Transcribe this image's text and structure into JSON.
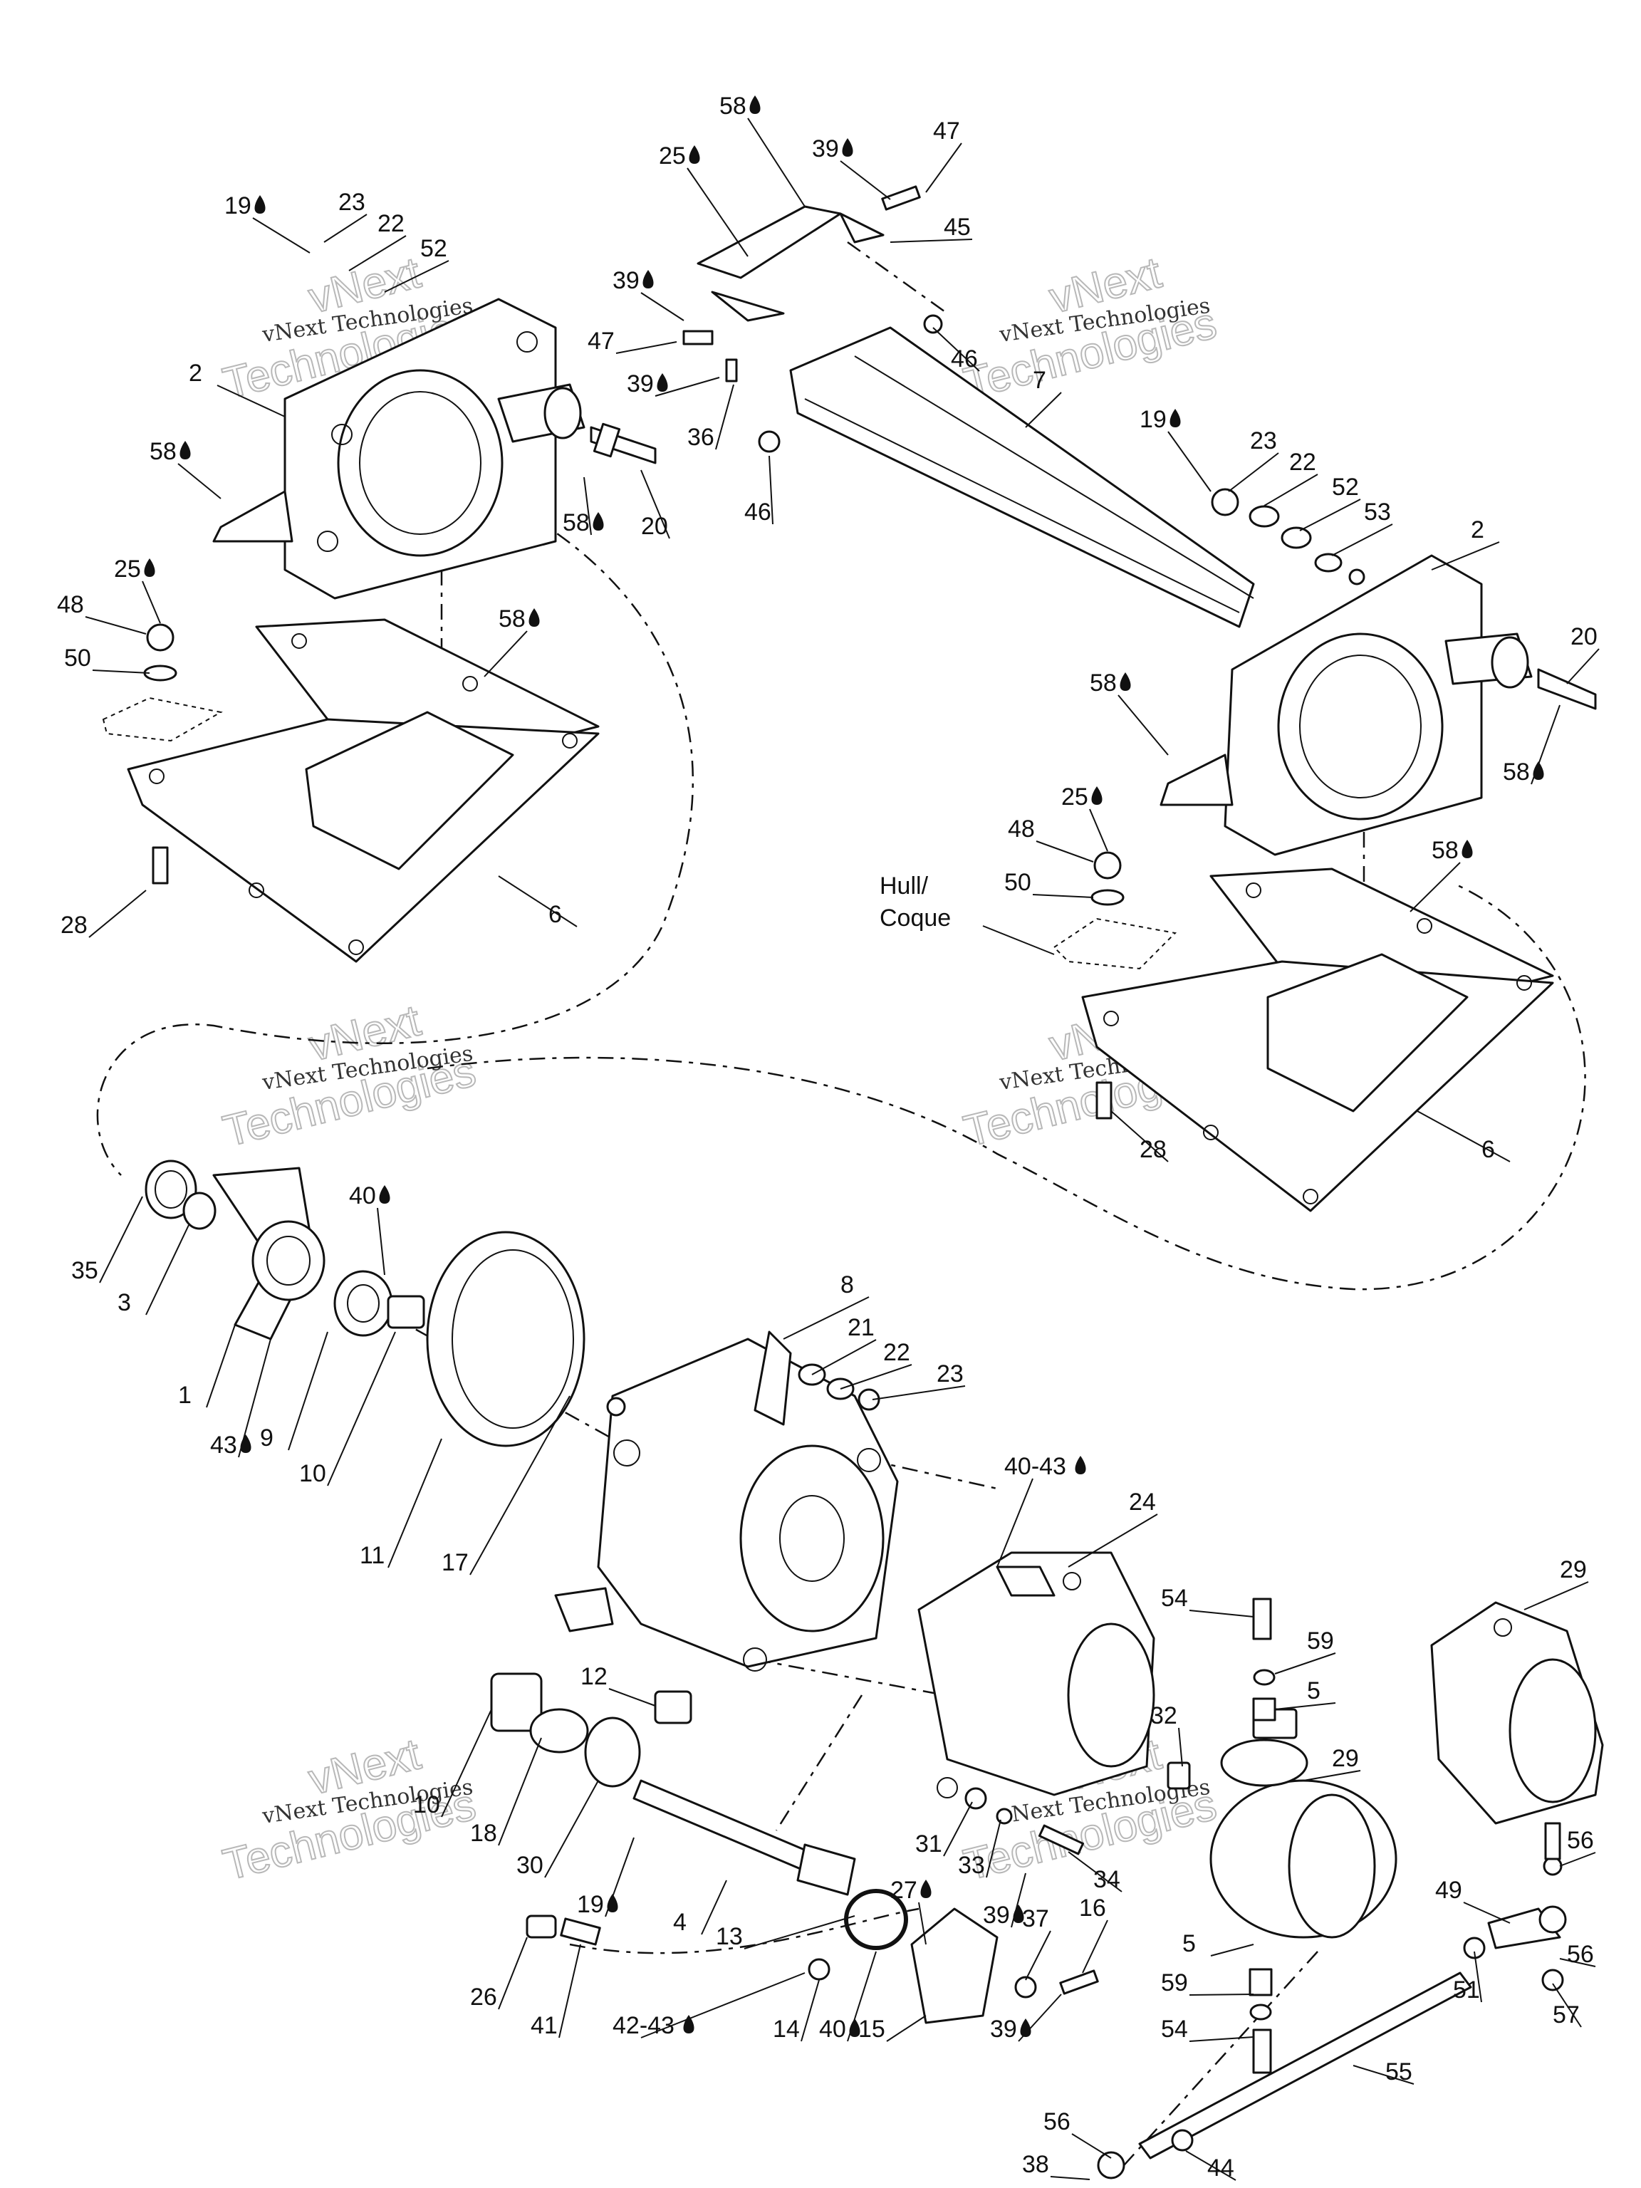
{
  "watermark": {
    "line1": "vNext Technologies",
    "line2": "vNext",
    "line3": "Technologies"
  },
  "labels": {
    "hull": "Hull/",
    "coque": "Coque"
  },
  "callouts": [
    {
      "id": "c58a",
      "text": "58",
      "drop": true
    },
    {
      "id": "c25a",
      "text": "25",
      "drop": true
    },
    {
      "id": "c39a",
      "text": "39",
      "drop": true
    },
    {
      "id": "c47a",
      "text": "47"
    },
    {
      "id": "c45",
      "text": "45"
    },
    {
      "id": "c19a",
      "text": "19",
      "drop": true
    },
    {
      "id": "c23a",
      "text": "23"
    },
    {
      "id": "c22a",
      "text": "22"
    },
    {
      "id": "c52a",
      "text": "52"
    },
    {
      "id": "c39b",
      "text": "39",
      "drop": true
    },
    {
      "id": "c47b",
      "text": "47"
    },
    {
      "id": "c46a",
      "text": "46"
    },
    {
      "id": "c7",
      "text": "7"
    },
    {
      "id": "c39c",
      "text": "39",
      "drop": true
    },
    {
      "id": "c36",
      "text": "36"
    },
    {
      "id": "c46b",
      "text": "46"
    },
    {
      "id": "c2a",
      "text": "2"
    },
    {
      "id": "c58b",
      "text": "58",
      "drop": true
    },
    {
      "id": "c58c",
      "text": "58",
      "drop": true
    },
    {
      "id": "c20a",
      "text": "20"
    },
    {
      "id": "c25b",
      "text": "25",
      "drop": true
    },
    {
      "id": "c58d",
      "text": "58",
      "drop": true
    },
    {
      "id": "c48a",
      "text": "48"
    },
    {
      "id": "c50a",
      "text": "50"
    },
    {
      "id": "c28a",
      "text": "28"
    },
    {
      "id": "c6a",
      "text": "6"
    },
    {
      "id": "c19b",
      "text": "19",
      "drop": true
    },
    {
      "id": "c23b",
      "text": "23"
    },
    {
      "id": "c22b",
      "text": "22"
    },
    {
      "id": "c52b",
      "text": "52"
    },
    {
      "id": "c53",
      "text": "53"
    },
    {
      "id": "c2b",
      "text": "2"
    },
    {
      "id": "c20b",
      "text": "20"
    },
    {
      "id": "c58e",
      "text": "58",
      "drop": true
    },
    {
      "id": "c58f",
      "text": "58",
      "drop": true
    },
    {
      "id": "c25c",
      "text": "25",
      "drop": true
    },
    {
      "id": "c58g",
      "text": "58",
      "drop": true
    },
    {
      "id": "c48b",
      "text": "48"
    },
    {
      "id": "c50b",
      "text": "50"
    },
    {
      "id": "c28b",
      "text": "28"
    },
    {
      "id": "c6b",
      "text": "6"
    },
    {
      "id": "c35",
      "text": "35"
    },
    {
      "id": "c3",
      "text": "3"
    },
    {
      "id": "c40a",
      "text": "40",
      "drop": true
    },
    {
      "id": "c1",
      "text": "1"
    },
    {
      "id": "c43a",
      "text": "43",
      "drop": true
    },
    {
      "id": "c9",
      "text": "9"
    },
    {
      "id": "c10a",
      "text": "10"
    },
    {
      "id": "c11",
      "text": "11"
    },
    {
      "id": "c17",
      "text": "17"
    },
    {
      "id": "c8",
      "text": "8"
    },
    {
      "id": "c21",
      "text": "21"
    },
    {
      "id": "c22c",
      "text": "22"
    },
    {
      "id": "c23c",
      "text": "23"
    },
    {
      "id": "c4043",
      "text": "40-43",
      "drop": true
    },
    {
      "id": "c24",
      "text": "24"
    },
    {
      "id": "c12",
      "text": "12"
    },
    {
      "id": "c54a",
      "text": "54"
    },
    {
      "id": "c59a",
      "text": "59"
    },
    {
      "id": "c5a",
      "text": "5"
    },
    {
      "id": "c32",
      "text": "32"
    },
    {
      "id": "c29a",
      "text": "29"
    },
    {
      "id": "c29b",
      "text": "29"
    },
    {
      "id": "c10b",
      "text": "10"
    },
    {
      "id": "c18",
      "text": "18"
    },
    {
      "id": "c30",
      "text": "30"
    },
    {
      "id": "c19c",
      "text": "19",
      "drop": true
    },
    {
      "id": "c4",
      "text": "4"
    },
    {
      "id": "c31",
      "text": "31"
    },
    {
      "id": "c33",
      "text": "33"
    },
    {
      "id": "c34",
      "text": "34"
    },
    {
      "id": "c39d",
      "text": "39",
      "drop": true
    },
    {
      "id": "c27",
      "text": "27",
      "drop": true
    },
    {
      "id": "c13",
      "text": "13"
    },
    {
      "id": "c37",
      "text": "37"
    },
    {
      "id": "c16",
      "text": "16"
    },
    {
      "id": "c5b",
      "text": "5"
    },
    {
      "id": "c59b",
      "text": "59"
    },
    {
      "id": "c54b",
      "text": "54"
    },
    {
      "id": "c56a",
      "text": "56"
    },
    {
      "id": "c49",
      "text": "49"
    },
    {
      "id": "c56b",
      "text": "56"
    },
    {
      "id": "c51",
      "text": "51"
    },
    {
      "id": "c57",
      "text": "57"
    },
    {
      "id": "c26",
      "text": "26"
    },
    {
      "id": "c41",
      "text": "41"
    },
    {
      "id": "c4243",
      "text": "42-43",
      "drop": true
    },
    {
      "id": "c14",
      "text": "14"
    },
    {
      "id": "c40b",
      "text": "40",
      "drop": true
    },
    {
      "id": "c15",
      "text": "15"
    },
    {
      "id": "c39e",
      "text": "39",
      "drop": true
    },
    {
      "id": "c55",
      "text": "55"
    },
    {
      "id": "c56c",
      "text": "56"
    },
    {
      "id": "c38",
      "text": "38"
    },
    {
      "id": "c44",
      "text": "44"
    }
  ]
}
